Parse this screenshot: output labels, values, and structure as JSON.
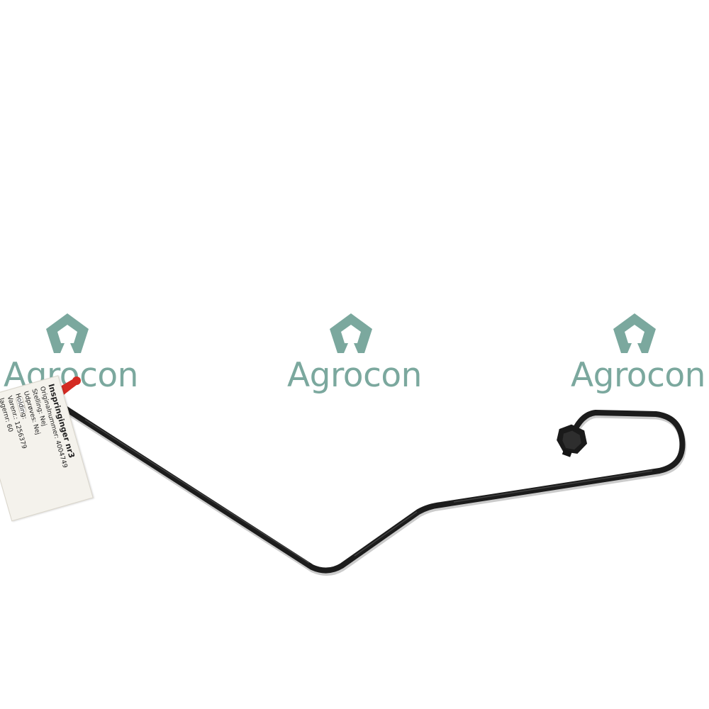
{
  "watermark": {
    "brand": "Agrocon",
    "logo_icon": "pentagon-outline-icon",
    "color": "#7ba89e"
  },
  "product": {
    "description_icon": "bent-steel-rod-with-nut",
    "rod_color": "#1c1c1c",
    "tie_color": "#d42a22"
  },
  "tag": {
    "lines": [
      "Inspringinger nr3",
      "Originalnummer: 4004749",
      "Stelling: Nej",
      "Udprøves: Nej",
      "Holding:",
      "Varenr.: 1256379",
      "lagernr: 60"
    ]
  }
}
